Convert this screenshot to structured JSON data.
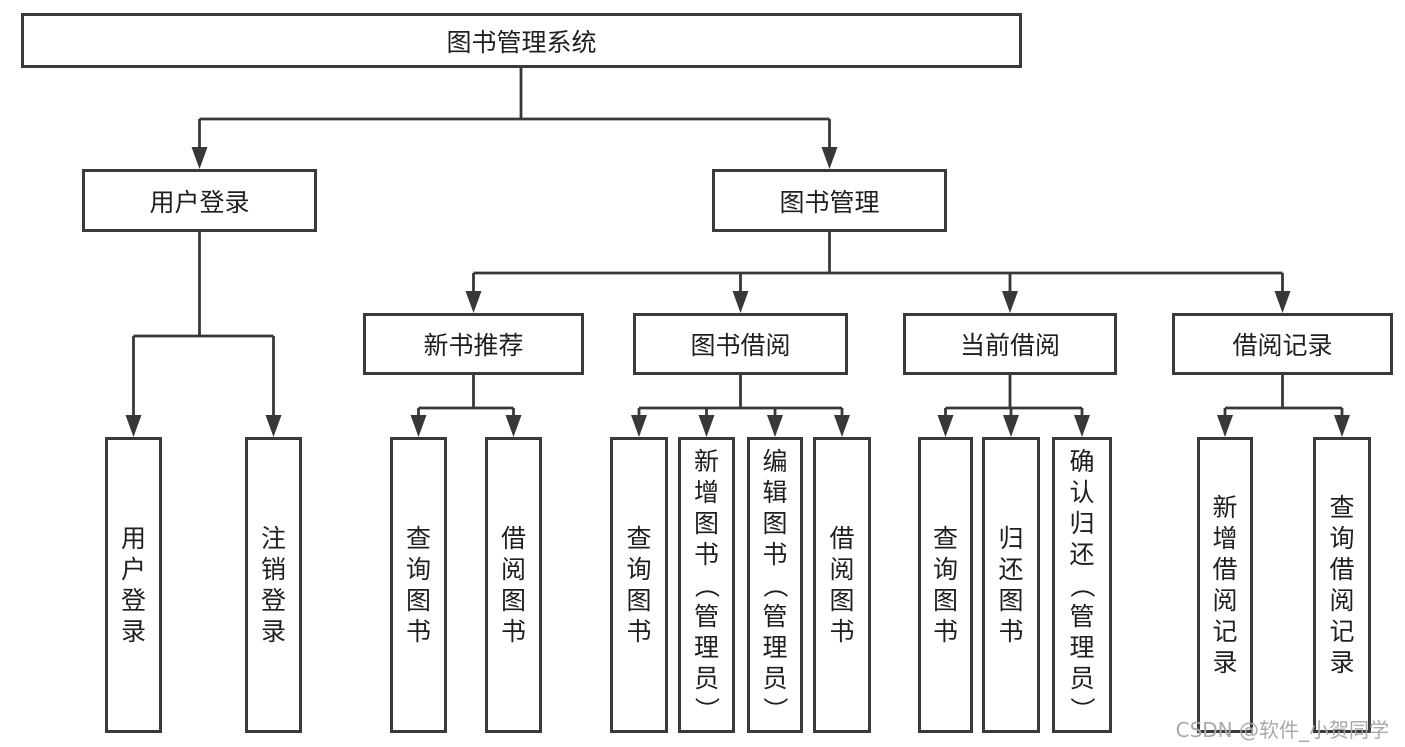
{
  "tree": {
    "label": "图书管理系统",
    "children": [
      {
        "label": "用户登录",
        "children": [
          {
            "label": "用户登录"
          },
          {
            "label": "注销登录"
          }
        ]
      },
      {
        "label": "图书管理",
        "children": [
          {
            "label": "新书推荐",
            "children": [
              {
                "label": "查询图书"
              },
              {
                "label": "借阅图书"
              }
            ]
          },
          {
            "label": "图书借阅",
            "children": [
              {
                "label": "查询图书"
              },
              {
                "label": "新增图书（管理员）"
              },
              {
                "label": "编辑图书（管理员）"
              },
              {
                "label": "借阅图书"
              }
            ]
          },
          {
            "label": "当前借阅",
            "children": [
              {
                "label": "查询图书"
              },
              {
                "label": "归还图书"
              },
              {
                "label": "确认归还（管理员）"
              }
            ]
          },
          {
            "label": "借阅记录",
            "children": [
              {
                "label": "新增借阅记录"
              },
              {
                "label": "查询借阅记录"
              }
            ]
          }
        ]
      }
    ]
  },
  "watermark": "CSDN @软件_小贺同学",
  "colors": {
    "line": "#383838",
    "box_border": "#3a3a3a",
    "box_fill": "#ffffff",
    "text": "#1f1f1f",
    "watermark": "#a9a9a9",
    "background": "#ffffff"
  }
}
